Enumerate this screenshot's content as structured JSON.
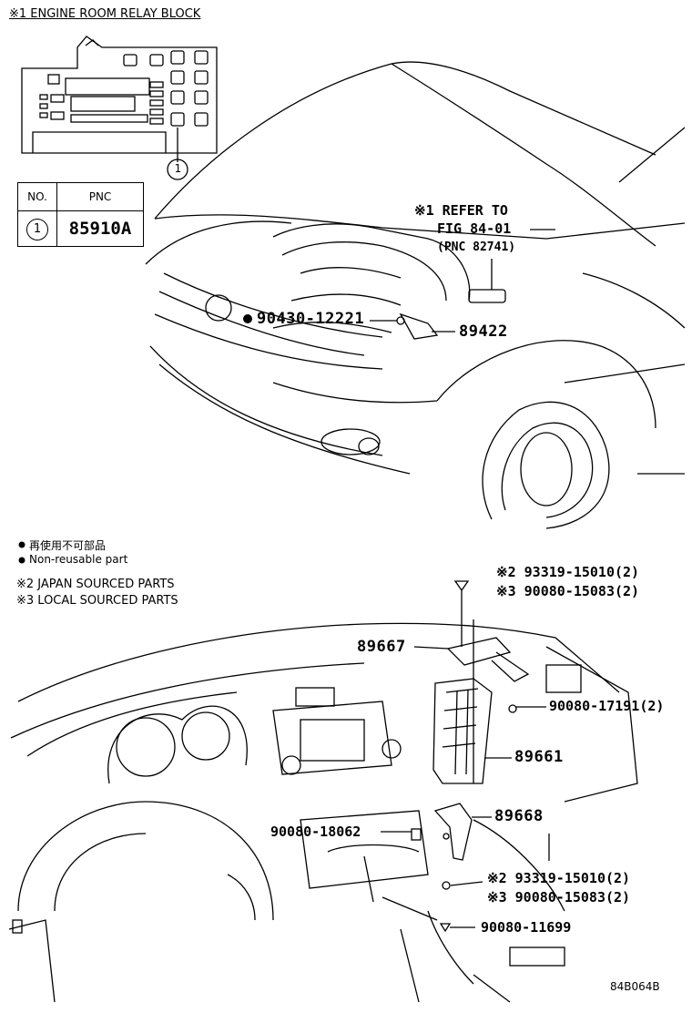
{
  "relay_block": {
    "title": "※1 ENGINE ROOM RELAY BLOCK",
    "callout_no": "1"
  },
  "pnc_table": {
    "headers": [
      "NO.",
      "PNC"
    ],
    "rows": [
      {
        "no": "1",
        "pnc": "85910A"
      }
    ]
  },
  "top_callouts": {
    "refer_line1": "※1 REFER TO",
    "refer_line2": "FIG 84-01",
    "refer_line3": "(PNC 82741)",
    "nut_part": "90430-12221",
    "sensor_part": "89422"
  },
  "legend": {
    "jp_line": "再使用不可部品",
    "en_line": "Non-reusable part",
    "note2": "※2 JAPAN SOURCED PARTS",
    "note3": "※3 LOCAL SOURCED PARTS"
  },
  "lower_callouts": {
    "bolt_top_jp": "※2 93319-15010(2)",
    "bolt_top_local": "※3 90080-15083(2)",
    "bracket_top": "89667",
    "nut_right": "90080-17191(2)",
    "ecu": "89661",
    "bracket_bottom": "89668",
    "clip": "90080-18062",
    "bolt_bottom_jp": "※2 93319-15010(2)",
    "bolt_bottom_local": "※3 90080-15083(2)",
    "screw_bottom": "90080-11699"
  },
  "figure_code": "84B064B"
}
